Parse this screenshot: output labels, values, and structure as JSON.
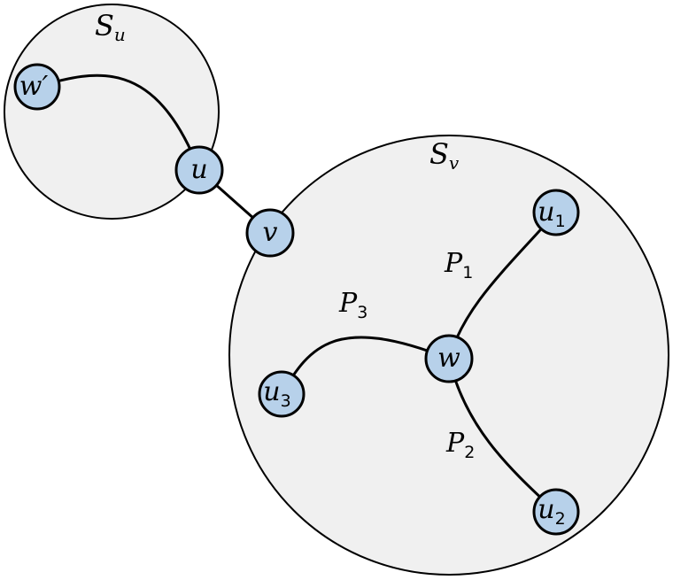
{
  "regions": {
    "su": {
      "base": "S",
      "sub": "u"
    },
    "sv": {
      "base": "S",
      "sub": "v"
    }
  },
  "nodes": {
    "w_prime": {
      "base": "w",
      "mark": "′"
    },
    "u": {
      "base": "u"
    },
    "v": {
      "base": "v"
    },
    "w": {
      "base": "w"
    },
    "u1": {
      "base": "u",
      "sub": "1"
    },
    "u2": {
      "base": "u",
      "sub": "2"
    },
    "u3": {
      "base": "u",
      "sub": "3"
    }
  },
  "paths": {
    "p1": {
      "base": "P",
      "sub": "1"
    },
    "p2": {
      "base": "P",
      "sub": "2"
    },
    "p3": {
      "base": "P",
      "sub": "3"
    }
  },
  "colors": {
    "node_fill": "#b7d1ea",
    "region_fill": "#f0f0f0",
    "stroke": "#000000"
  }
}
